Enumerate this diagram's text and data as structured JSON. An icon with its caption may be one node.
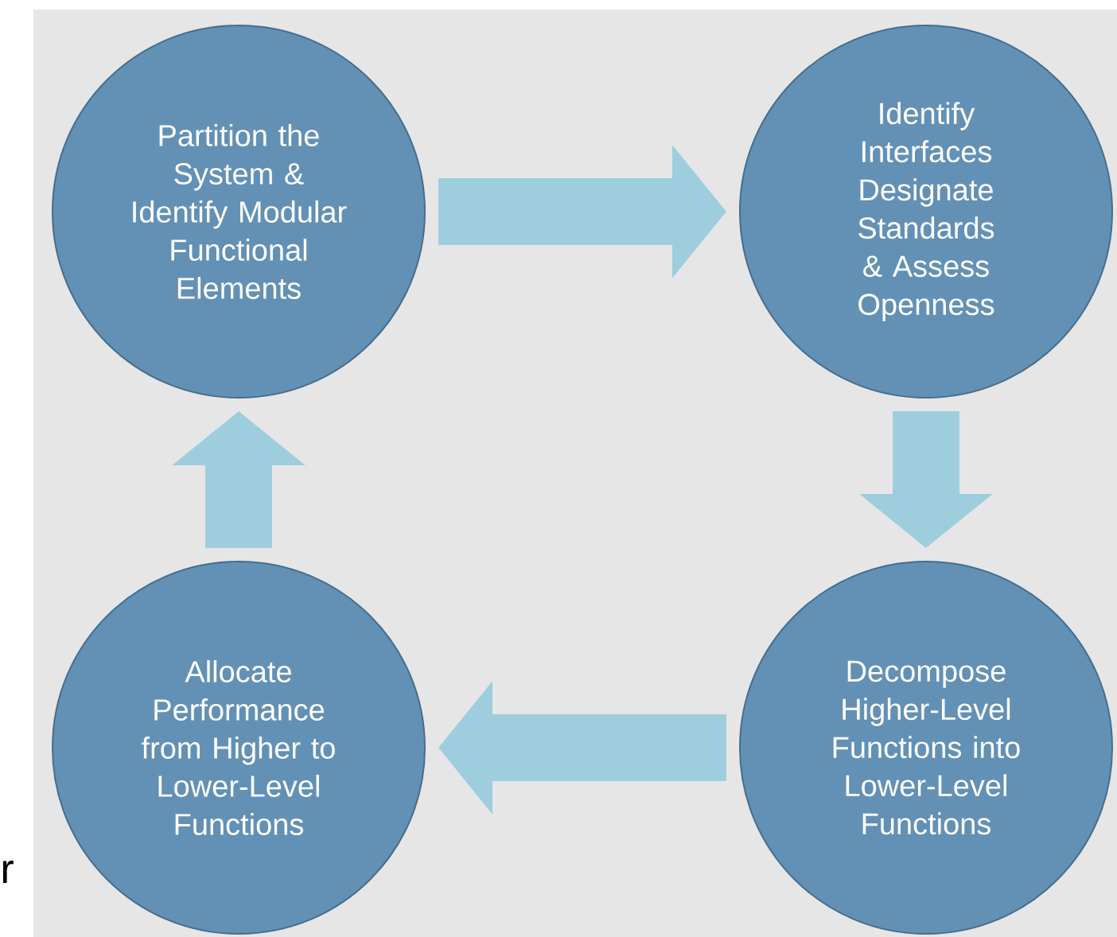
{
  "diagram": {
    "nodes": [
      {
        "text": [
          "Partition the System & Identify Modular Functional Elements"
        ]
      },
      {
        "text": [
          "Identify Interfaces Designate Standards & Assess Openness"
        ]
      },
      {
        "text": [
          "Allocate Performance from Higher to Lower-Level Functions"
        ]
      },
      {
        "text": [
          "Decompose Higher-Level Functions into Lower-Level Functions"
        ]
      }
    ],
    "edges": [
      {
        "from": 0,
        "to": 1,
        "arrow": "to"
      },
      {
        "from": 1,
        "to": 3,
        "arrow": "to"
      },
      {
        "from": 3,
        "to": 2,
        "arrow": "to"
      },
      {
        "from": 2,
        "to": 0,
        "arrow": "to"
      }
    ],
    "labels": [
      "r"
    ]
  }
}
